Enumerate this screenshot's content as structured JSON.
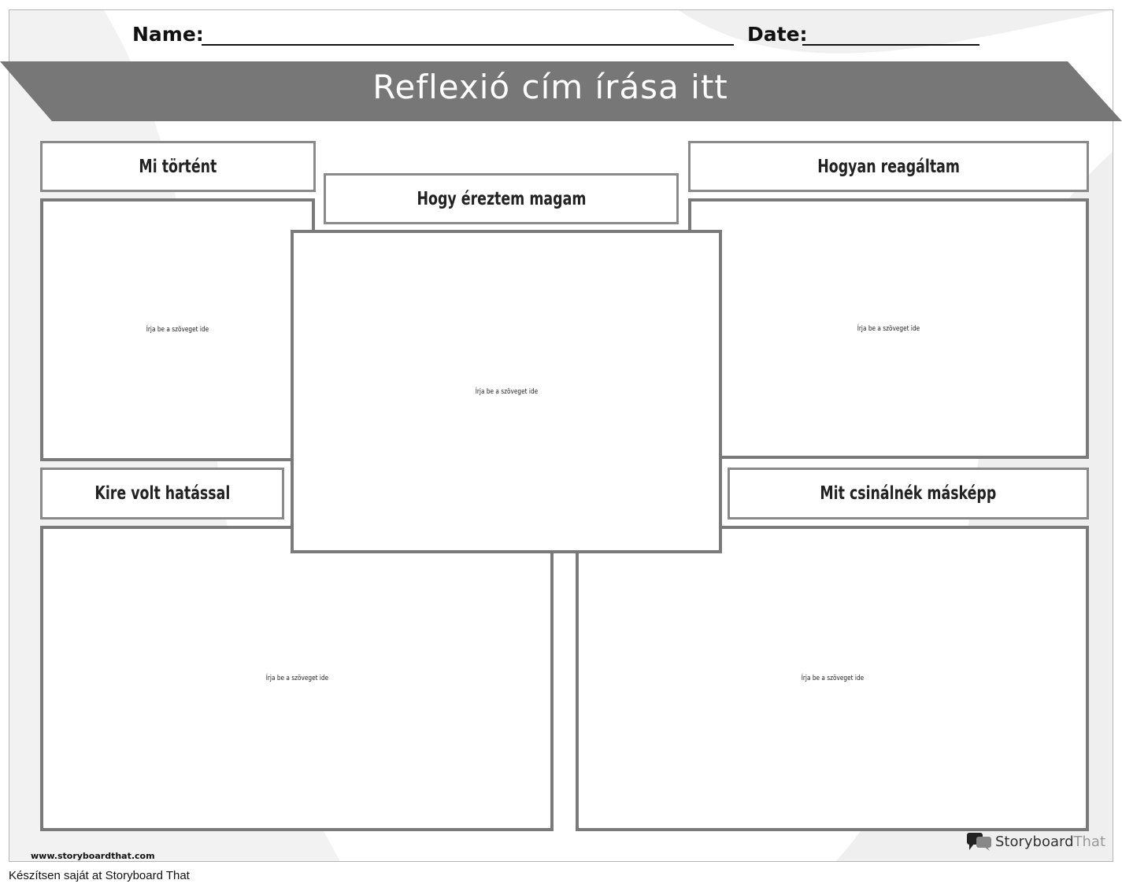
{
  "header": {
    "name_label": "Name:",
    "date_label": "Date:"
  },
  "title": "Reflexió cím írása itt",
  "sections": {
    "what_happened": "Mi történt",
    "how_i_felt": "Hogy éreztem magam",
    "how_i_reacted": "Hogyan reagáltam",
    "who_was_affected": "Kire volt hatással",
    "what_i_would_do_differently": "Mit csinálnék másképp"
  },
  "placeholder": "Írja be a szöveget ide",
  "footer": {
    "url": "www.storyboardthat.com",
    "logo_bold": "Storyboard",
    "logo_light": "That",
    "made_with": "Készítsen saját at Storyboard That"
  },
  "colors": {
    "banner": "#777777",
    "box_border": "#7a7a7a"
  },
  "icons": {
    "logo": "speech-bubbles-icon"
  }
}
